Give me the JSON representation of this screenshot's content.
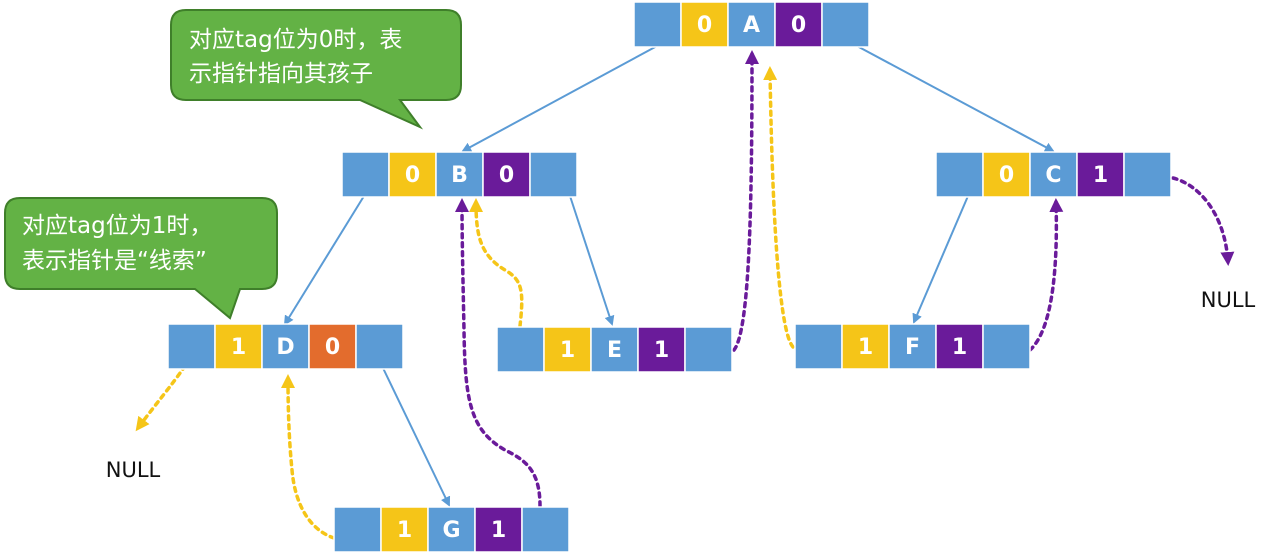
{
  "callouts": {
    "tag0": {
      "line1": "对应tag位为0时，表",
      "line2": "示指针指向其孩子"
    },
    "tag1": {
      "line1": "对应tag位为1时，",
      "line2": "表示指针是“线索”"
    }
  },
  "nodes": {
    "A": {
      "ltag": "0",
      "data": "A",
      "rtag": "0"
    },
    "B": {
      "ltag": "0",
      "data": "B",
      "rtag": "0"
    },
    "C": {
      "ltag": "0",
      "data": "C",
      "rtag": "1"
    },
    "D": {
      "ltag": "1",
      "data": "D",
      "rtag": "0"
    },
    "E": {
      "ltag": "1",
      "data": "E",
      "rtag": "1"
    },
    "F": {
      "ltag": "1",
      "data": "F",
      "rtag": "1"
    },
    "G": {
      "ltag": "1",
      "data": "G",
      "rtag": "1"
    }
  },
  "null_labels": {
    "c_right": "NULL",
    "d_left": "NULL"
  },
  "colors": {
    "pointer": "#5b9bd5",
    "tag_yellow": "#f5c518",
    "tag_purple": "#6a1b9a",
    "tag_orange": "#e36c2d",
    "callout_green": "#63b245"
  }
}
